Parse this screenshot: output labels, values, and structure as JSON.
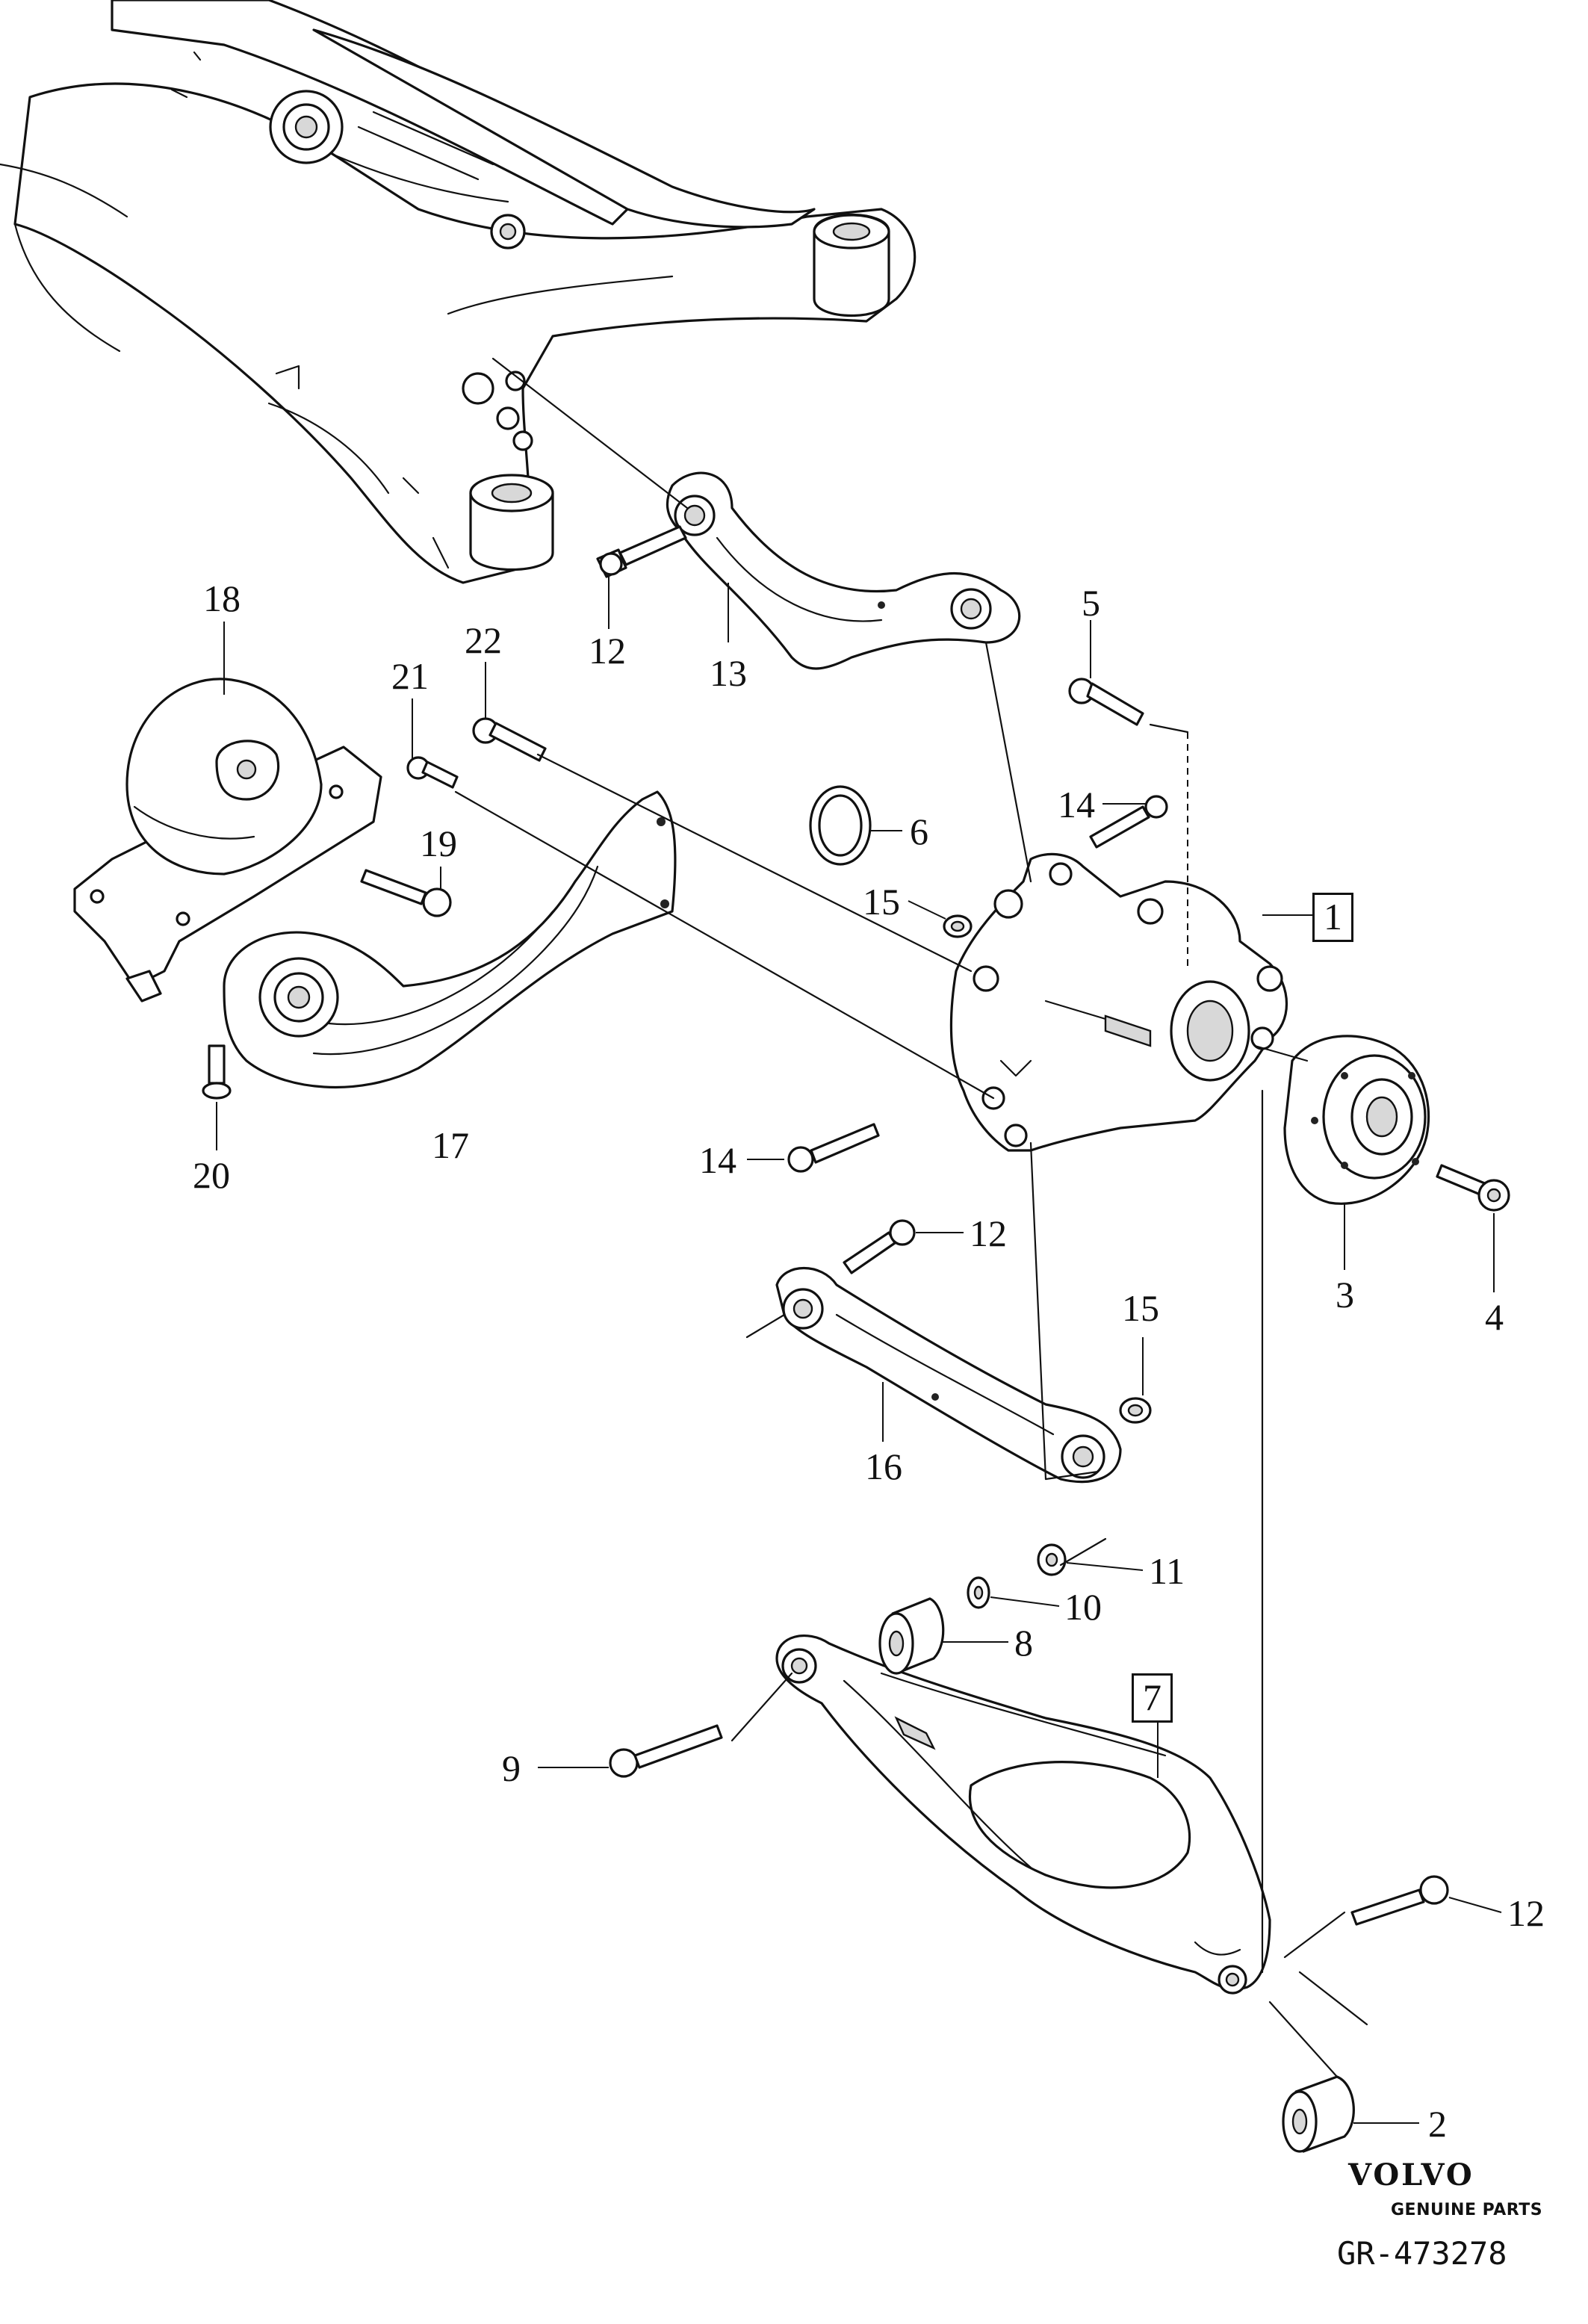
{
  "diagram": {
    "callouts": [
      {
        "id": "c1",
        "text": "1",
        "boxed": true
      },
      {
        "id": "c2",
        "text": "2"
      },
      {
        "id": "c3",
        "text": "3"
      },
      {
        "id": "c4",
        "text": "4"
      },
      {
        "id": "c5",
        "text": "5"
      },
      {
        "id": "c6",
        "text": "6"
      },
      {
        "id": "c7",
        "text": "7",
        "boxed": true
      },
      {
        "id": "c8",
        "text": "8"
      },
      {
        "id": "c9",
        "text": "9"
      },
      {
        "id": "c10",
        "text": "10"
      },
      {
        "id": "c11",
        "text": "11"
      },
      {
        "id": "c12a",
        "text": "12"
      },
      {
        "id": "c12b",
        "text": "12"
      },
      {
        "id": "c12c",
        "text": "12"
      },
      {
        "id": "c13",
        "text": "13"
      },
      {
        "id": "c14a",
        "text": "14"
      },
      {
        "id": "c14b",
        "text": "14"
      },
      {
        "id": "c15a",
        "text": "15"
      },
      {
        "id": "c15b",
        "text": "15"
      },
      {
        "id": "c16",
        "text": "16"
      },
      {
        "id": "c17",
        "text": "17"
      },
      {
        "id": "c18",
        "text": "18"
      },
      {
        "id": "c19",
        "text": "19"
      },
      {
        "id": "c20",
        "text": "20"
      },
      {
        "id": "c21",
        "text": "21"
      },
      {
        "id": "c22",
        "text": "22"
      }
    ]
  },
  "brand": {
    "name": "VOLVO",
    "tagline": "GENUINE PARTS"
  },
  "drawing_number": "GR-473278",
  "colors": {
    "line": "#111111",
    "background": "#ffffff",
    "shade": "#d8d8d8"
  }
}
